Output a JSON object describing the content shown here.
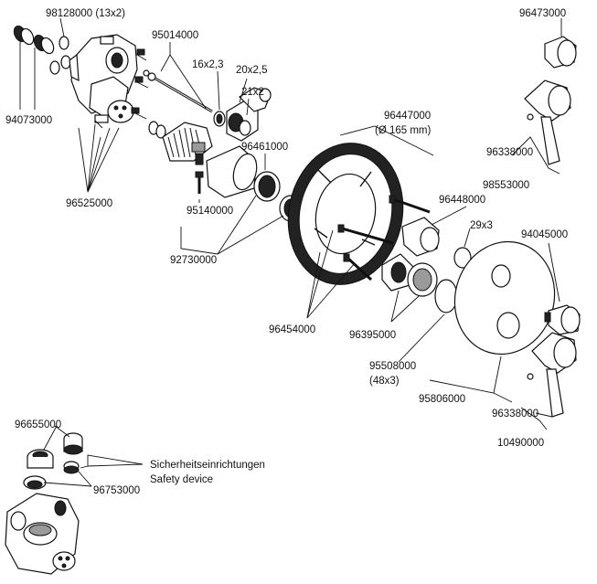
{
  "labels": {
    "p98128000": "98128000 (13x2)",
    "p94073000": "94073000",
    "p96525000": "96525000",
    "p95014000": "95014000",
    "d16x23": "16x2,3",
    "d20x25": "20x2,5",
    "d21x2": "21x2",
    "p96461000": "96461000",
    "p95140000": "95140000",
    "p92730000": "92730000",
    "p96447000": "96447000",
    "d165": "(Ø 165 mm)",
    "p96448000": "96448000",
    "d29x3": "29x3",
    "p96454000": "96454000",
    "p96395000": "96395000",
    "p95508000": "95508000",
    "d48x3": "(48x3)",
    "p95806000": "95806000",
    "p96473000": "96473000",
    "p96338000a": "96338000",
    "p98553000": "98553000",
    "p94045000": "94045000",
    "p96338000b": "96338000",
    "p10490000": "10490000",
    "p96655000": "96655000",
    "p96753000": "96753000",
    "safety_de": "Sicherheitseinrichtungen",
    "safety_en": "Safety device"
  }
}
